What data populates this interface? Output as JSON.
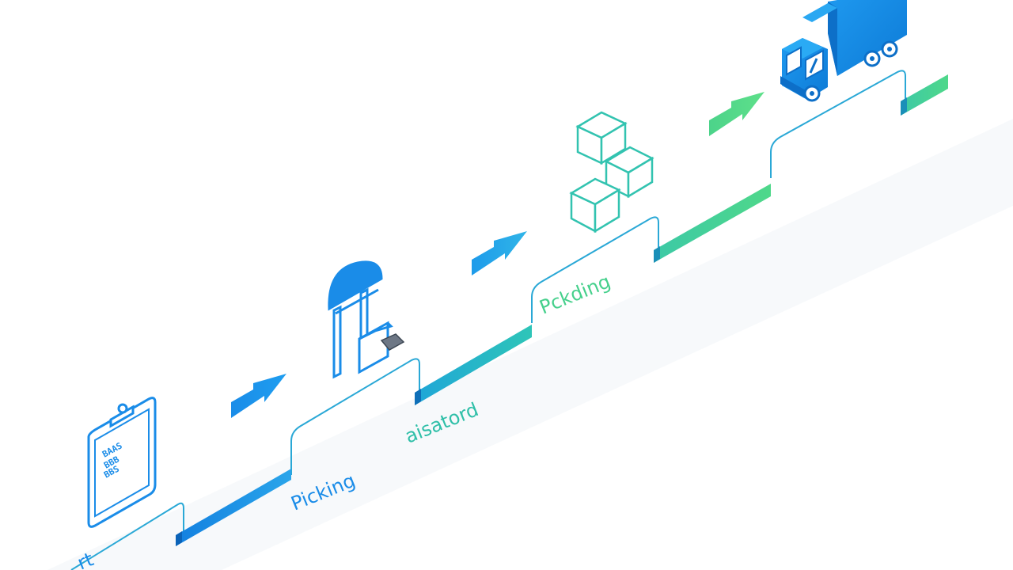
{
  "colors": {
    "blue": "#1a8ce8",
    "blue_dark": "#0f6fc4",
    "teal": "#32c3b0",
    "green": "#46d08c",
    "green_light": "#5ee08a",
    "line_blue": "#2a9be6",
    "line_teal": "#3cc6a8",
    "shadow": "#eef2f6"
  },
  "stages": [
    {
      "id": "order",
      "label": "rt",
      "icon": "clipboard-icon"
    },
    {
      "id": "picking",
      "label": "Picking",
      "icon": "picking-station-icon"
    },
    {
      "id": "storage",
      "label": "aisatord",
      "icon": "arrow-icon"
    },
    {
      "id": "packing",
      "label": "Pckding",
      "icon": "boxes-icon"
    },
    {
      "id": "shipping",
      "label": "",
      "icon": "truck-icon"
    }
  ],
  "clipboard": {
    "line1": "BAAS",
    "line2": "BBB",
    "line3": "BBS"
  }
}
